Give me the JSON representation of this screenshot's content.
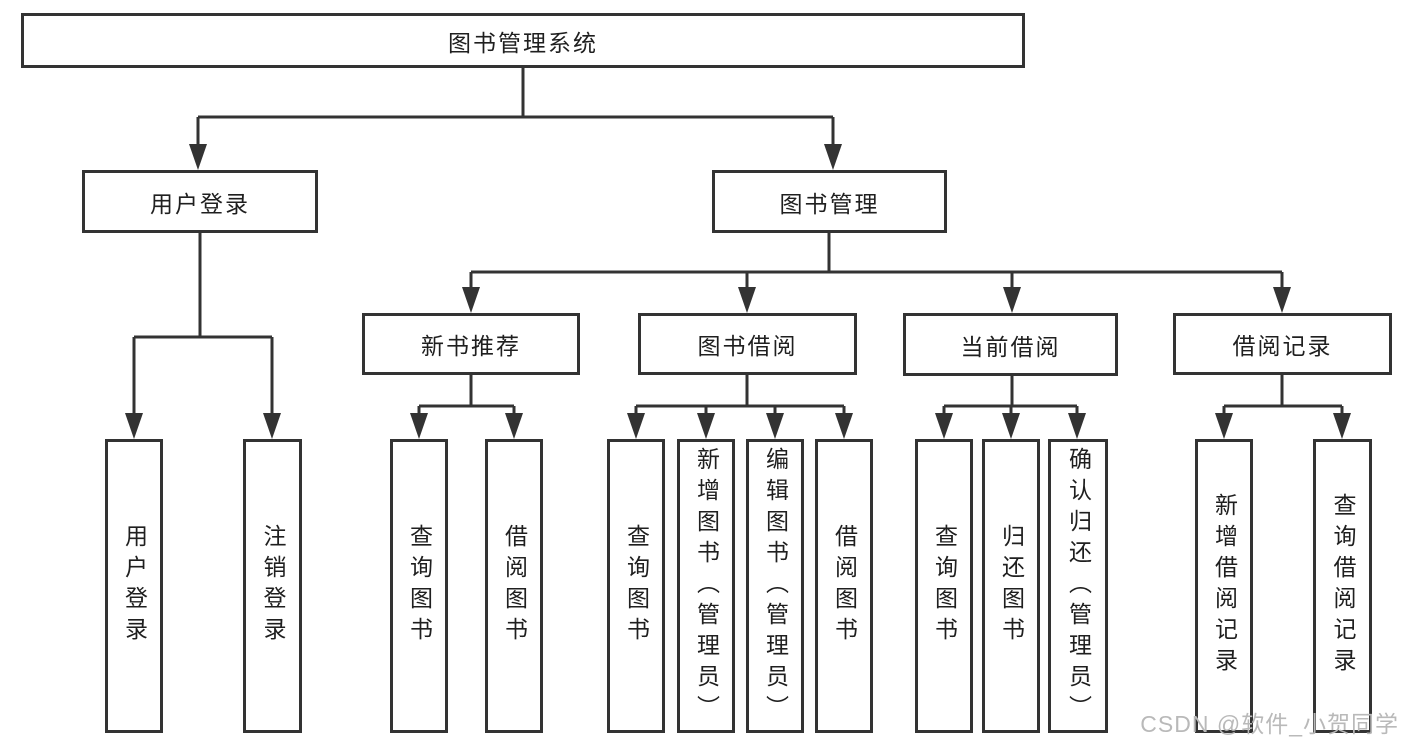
{
  "diagram": {
    "type": "tree",
    "title": "图书管理系统",
    "watermark": "CSDN @软件_小贺同学",
    "colors": {
      "line": "#333333",
      "box_border": "#333333",
      "box_fill": "#ffffff",
      "text": "#1f1f1f",
      "watermark": "#b9b9b9",
      "background": "#ffffff"
    },
    "root": {
      "label": "图书管理系统"
    },
    "level2": [
      {
        "label": "用户登录",
        "parent": "图书管理系统"
      },
      {
        "label": "图书管理",
        "parent": "图书管理系统"
      }
    ],
    "level3": [
      {
        "label": "新书推荐",
        "parent": "图书管理"
      },
      {
        "label": "图书借阅",
        "parent": "图书管理"
      },
      {
        "label": "当前借阅",
        "parent": "图书管理"
      },
      {
        "label": "借阅记录",
        "parent": "图书管理"
      }
    ],
    "leaves": [
      {
        "label": "用户登录",
        "parent": "用户登录"
      },
      {
        "label": "注销登录",
        "parent": "用户登录"
      },
      {
        "label": "查询图书",
        "parent": "新书推荐"
      },
      {
        "label": "借阅图书",
        "parent": "新书推荐"
      },
      {
        "label": "查询图书",
        "parent": "图书借阅"
      },
      {
        "label": "新增图书（管理员）",
        "parent": "图书借阅"
      },
      {
        "label": "编辑图书（管理员）",
        "parent": "图书借阅"
      },
      {
        "label": "借阅图书",
        "parent": "图书借阅"
      },
      {
        "label": "查询图书",
        "parent": "当前借阅"
      },
      {
        "label": "归还图书",
        "parent": "当前借阅"
      },
      {
        "label": "确认归还（管理员）",
        "parent": "当前借阅"
      },
      {
        "label": "新增借阅记录",
        "parent": "借阅记录"
      },
      {
        "label": "查询借阅记录",
        "parent": "借阅记录"
      }
    ]
  }
}
